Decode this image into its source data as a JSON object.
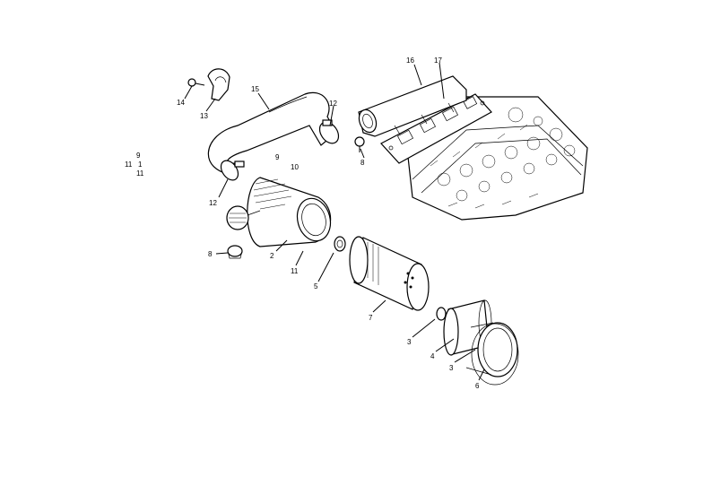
{
  "callouts": [
    {
      "id": "c16",
      "text": "16"
    },
    {
      "id": "c17",
      "text": "17"
    },
    {
      "id": "c15",
      "text": "15"
    },
    {
      "id": "c12a",
      "text": "12"
    },
    {
      "id": "c14",
      "text": "14"
    },
    {
      "id": "c13",
      "text": "13"
    },
    {
      "id": "c8a",
      "text": "8"
    },
    {
      "id": "c12b",
      "text": "12"
    },
    {
      "id": "c9a",
      "text": "9"
    },
    {
      "id": "c10",
      "text": "10"
    },
    {
      "id": "c8b",
      "text": "8"
    },
    {
      "id": "c2",
      "text": "2"
    },
    {
      "id": "c11a",
      "text": "11"
    },
    {
      "id": "c5",
      "text": "5"
    },
    {
      "id": "c7",
      "text": "7"
    },
    {
      "id": "c3a",
      "text": "3"
    },
    {
      "id": "c4",
      "text": "4"
    },
    {
      "id": "c3b",
      "text": "3"
    },
    {
      "id": "c6",
      "text": "6"
    },
    {
      "id": "c11b",
      "text": "11"
    },
    {
      "id": "c9b",
      "text": "9"
    },
    {
      "id": "c1",
      "text": "1"
    },
    {
      "id": "c11c",
      "text": "11"
    }
  ]
}
